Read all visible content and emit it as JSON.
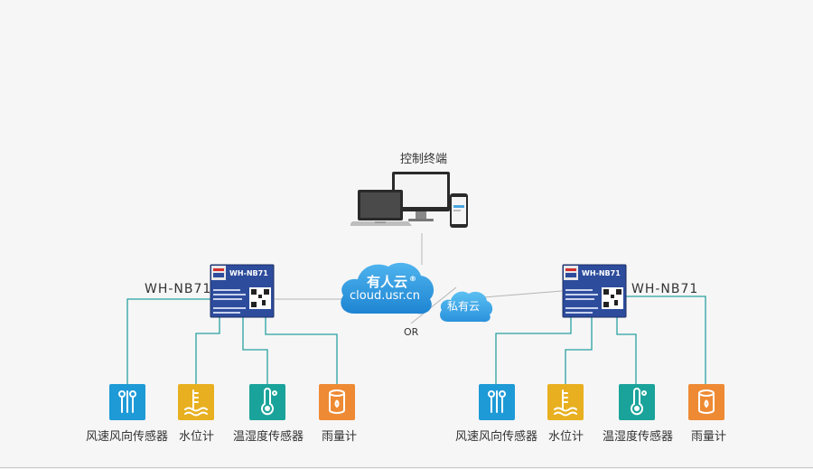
{
  "terminal": {
    "label": "控制终端"
  },
  "public_cloud": {
    "name": "有人云",
    "reg": "®",
    "url": "cloud.usr.cn"
  },
  "private_cloud": {
    "name": "私有云"
  },
  "or_label": "OR",
  "module_left": {
    "label": "WH-NB71",
    "chip_text": "WH-NB71"
  },
  "module_right": {
    "label": "WH-NB71",
    "chip_text": "WH-NB71"
  },
  "sensors_left": [
    {
      "label": "风速风向传感器",
      "color": "#1e9ad6",
      "icon": "wind-sensor-icon"
    },
    {
      "label": "水位计",
      "color": "#e8b020",
      "icon": "water-level-icon"
    },
    {
      "label": "温湿度传感器",
      "color": "#1aa39a",
      "icon": "thermometer-icon"
    },
    {
      "label": "雨量计",
      "color": "#ee8a34",
      "icon": "rain-gauge-icon"
    }
  ],
  "sensors_right": [
    {
      "label": "风速风向传感器",
      "color": "#1e9ad6",
      "icon": "wind-sensor-icon"
    },
    {
      "label": "水位计",
      "color": "#e8b020",
      "icon": "water-level-icon"
    },
    {
      "label": "温湿度传感器",
      "color": "#1aa39a",
      "icon": "thermometer-icon"
    },
    {
      "label": "雨量计",
      "color": "#ee8a34",
      "icon": "rain-gauge-icon"
    }
  ],
  "colors": {
    "wire_teal": "#2aa1a1",
    "wire_gray": "#b5b5b5"
  }
}
